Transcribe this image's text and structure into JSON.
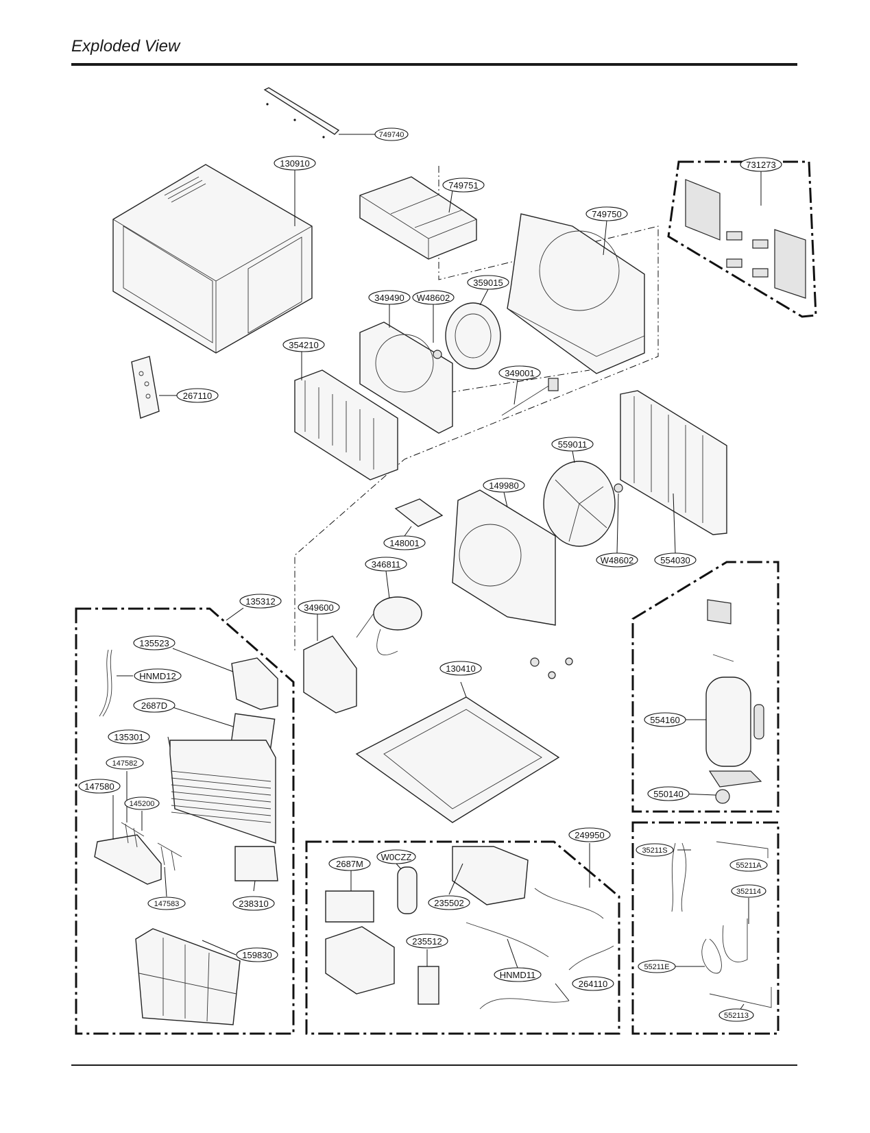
{
  "header": {
    "title": "Exploded View"
  },
  "callouts": [
    {
      "id": "749740"
    },
    {
      "id": "130910"
    },
    {
      "id": "749751"
    },
    {
      "id": "749750"
    },
    {
      "id": "731273"
    },
    {
      "id": "349490"
    },
    {
      "id": "W48602"
    },
    {
      "id": "359015"
    },
    {
      "id": "354210"
    },
    {
      "id": "349001"
    },
    {
      "id": "267110"
    },
    {
      "id": "559011"
    },
    {
      "id": "149980"
    },
    {
      "id": "148001"
    },
    {
      "id": "346811"
    },
    {
      "id": "W48602"
    },
    {
      "id": "554030"
    },
    {
      "id": "135312"
    },
    {
      "id": "349600"
    },
    {
      "id": "135523"
    },
    {
      "id": "HNMD12"
    },
    {
      "id": "2687D"
    },
    {
      "id": "130410"
    },
    {
      "id": "554160"
    },
    {
      "id": "135301"
    },
    {
      "id": "147582"
    },
    {
      "id": "147580"
    },
    {
      "id": "145200"
    },
    {
      "id": "550140"
    },
    {
      "id": "249950"
    },
    {
      "id": "35211S"
    },
    {
      "id": "55211A"
    },
    {
      "id": "W0CZZ"
    },
    {
      "id": "2687M"
    },
    {
      "id": "235502"
    },
    {
      "id": "352114"
    },
    {
      "id": "147583"
    },
    {
      "id": "238310"
    },
    {
      "id": "235512"
    },
    {
      "id": "159830"
    },
    {
      "id": "55211E"
    },
    {
      "id": "HNMD11"
    },
    {
      "id": "264110"
    },
    {
      "id": "552113"
    }
  ]
}
